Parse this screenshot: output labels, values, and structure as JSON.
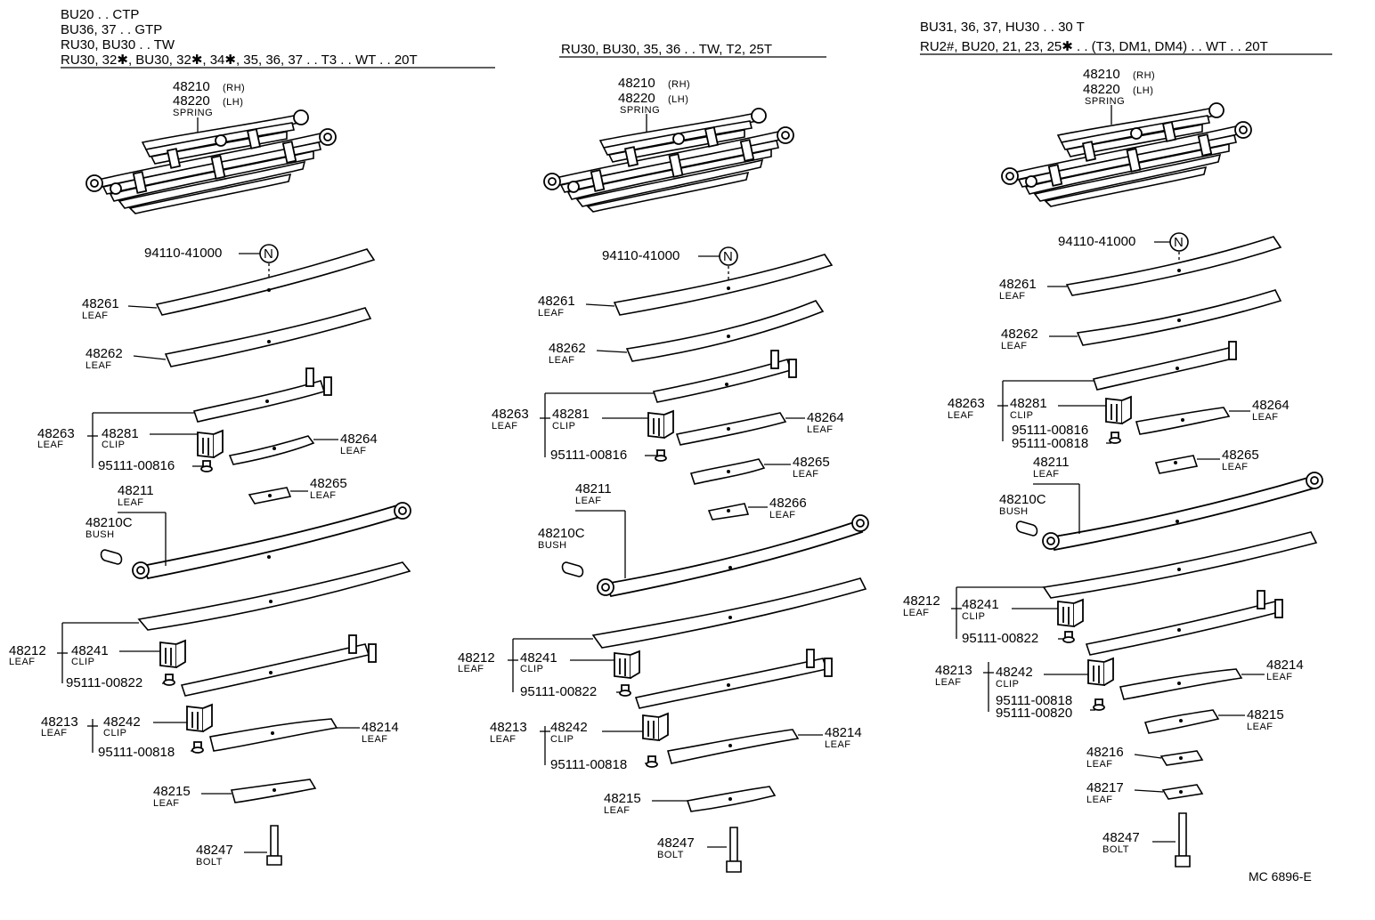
{
  "headers": {
    "left": [
      "BU20 . . CTP",
      "BU36, 37 . . GTP",
      "RU30, BU30 . . TW",
      "RU30, 32✱, BU30, 32✱, 34✱, 35, 36, 37 . . T3 . . WT . . 20T"
    ],
    "center": [
      "RU30, BU30, 35, 36 . . TW, T2, 25T"
    ],
    "right": [
      "BU31, 36, 37, HU30 . . 30 T",
      "RU2#, BU20, 21, 23, 25✱ . . (T3, DM1, DM4) . . WT . . 20T"
    ]
  },
  "spring": {
    "rh": "48210",
    "rh_tag": "(RH)",
    "lh": "48220",
    "lh_tag": "(LH)",
    "name": "SPRING"
  },
  "n_mark": "N",
  "labels": {
    "p94110": "94110-41000",
    "p48261": "48261",
    "p48262": "48262",
    "p48263": "48263",
    "p48264": "48264",
    "p48265": "48265",
    "p48266": "48266",
    "p48281": "48281",
    "p48211": "48211",
    "p48210c": "48210C",
    "p48212": "48212",
    "p48213": "48213",
    "p48214": "48214",
    "p48215": "48215",
    "p48216": "48216",
    "p48217": "48217",
    "p48241": "48241",
    "p48242": "48242",
    "p48247": "48247",
    "s816": "95111-00816",
    "s818": "95111-00818",
    "s820": "95111-00820",
    "s822": "95111-00822"
  },
  "names": {
    "leaf": "LEAF",
    "clip": "CLIP",
    "bush": "BUSH",
    "bolt": "BOLT"
  },
  "diagram_code": "MC 6896-E"
}
